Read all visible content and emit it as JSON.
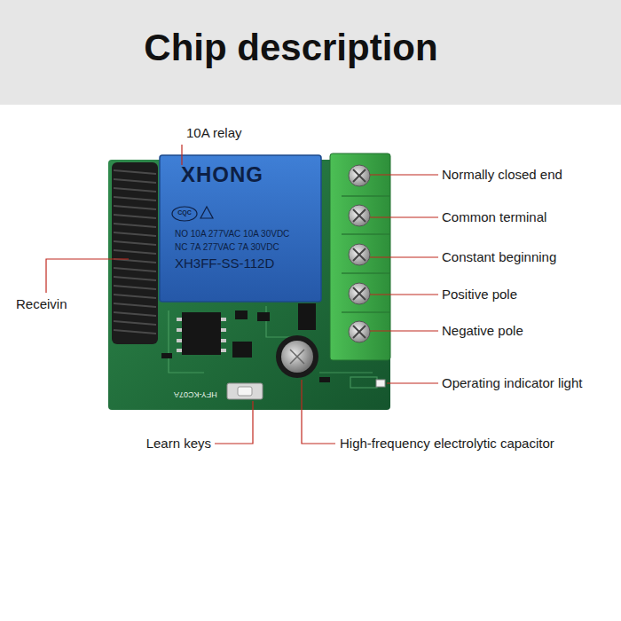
{
  "diagram": {
    "title": "Chip description",
    "labels": [
      "10A relay",
      "XHONG",
      "CQC",
      "NO 10A 277VAC 10A 30VDC",
      "NC 7A 277VAC 7A 30VDC",
      "XH3FF-SS-112D",
      "Normally closed end",
      "Common terminal",
      "Constant beginning",
      "Receivin",
      "Positive pole",
      "Negative pole",
      "Operating indicator light",
      "HFY-KC07A",
      "Learn keys",
      "High-frequency electrolytic capacitor"
    ]
  }
}
